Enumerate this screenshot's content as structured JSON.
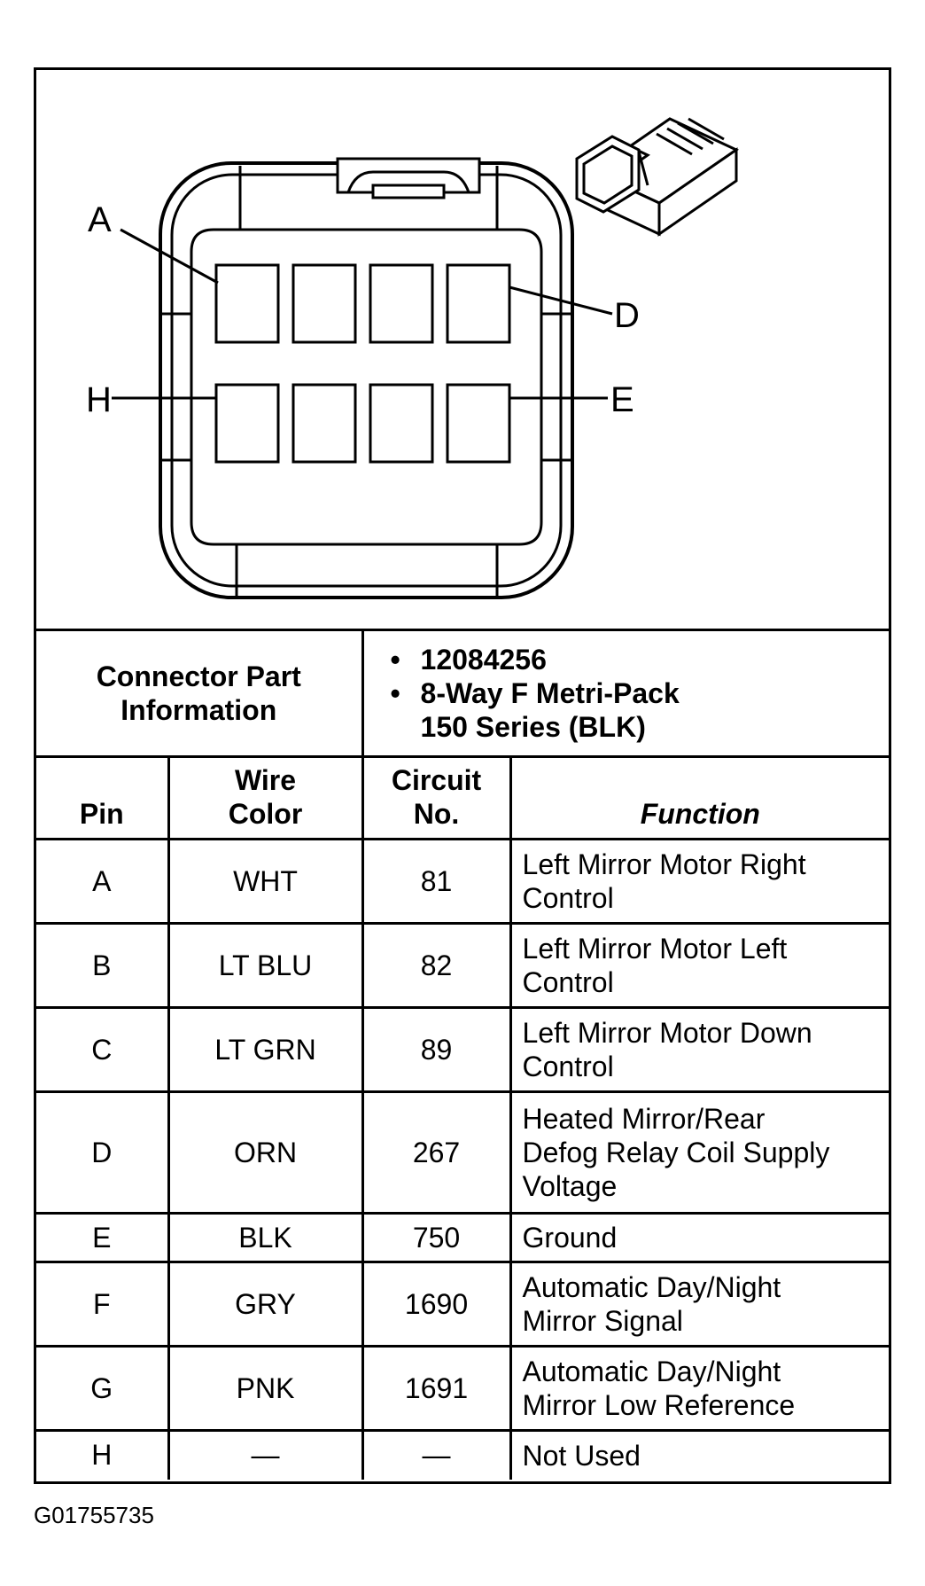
{
  "diagram": {
    "pin_labels": {
      "a": "A",
      "d": "D",
      "h": "H",
      "e": "E"
    }
  },
  "connector_info": {
    "label_line1": "Connector Part",
    "label_line2": "Information",
    "part_number": "12084256",
    "description_line1": "8-Way F Metri-Pack",
    "description_line2": "150 Series (BLK)"
  },
  "table": {
    "headers": {
      "pin": "Pin",
      "wire_color_line1": "Wire",
      "wire_color_line2": "Color",
      "circuit_line1": "Circuit",
      "circuit_line2": "No.",
      "function": "Function"
    },
    "rows": [
      {
        "pin": "A",
        "wire_color": "WHT",
        "circuit": "81",
        "function_line1": "Left Mirror Motor Right",
        "function_line2": "Control",
        "function_line3": ""
      },
      {
        "pin": "B",
        "wire_color": "LT BLU",
        "circuit": "82",
        "function_line1": "Left Mirror Motor Left",
        "function_line2": "Control",
        "function_line3": ""
      },
      {
        "pin": "C",
        "wire_color": "LT GRN",
        "circuit": "89",
        "function_line1": "Left Mirror Motor Down",
        "function_line2": "Control",
        "function_line3": ""
      },
      {
        "pin": "D",
        "wire_color": "ORN",
        "circuit": "267",
        "function_line1": "Heated Mirror/Rear",
        "function_line2": "Defog Relay Coil Supply",
        "function_line3": "Voltage"
      },
      {
        "pin": "E",
        "wire_color": "BLK",
        "circuit": "750",
        "function_line1": "Ground",
        "function_line2": "",
        "function_line3": ""
      },
      {
        "pin": "F",
        "wire_color": "GRY",
        "circuit": "1690",
        "function_line1": "Automatic Day/Night",
        "function_line2": "Mirror Signal",
        "function_line3": ""
      },
      {
        "pin": "G",
        "wire_color": "PNK",
        "circuit": "1691",
        "function_line1": "Automatic Day/Night",
        "function_line2": "Mirror Low Reference",
        "function_line3": ""
      },
      {
        "pin": "H",
        "wire_color": "—",
        "circuit": "—",
        "function_line1": "Not Used",
        "function_line2": "",
        "function_line3": ""
      }
    ]
  },
  "footer": {
    "code": "G01755735"
  }
}
